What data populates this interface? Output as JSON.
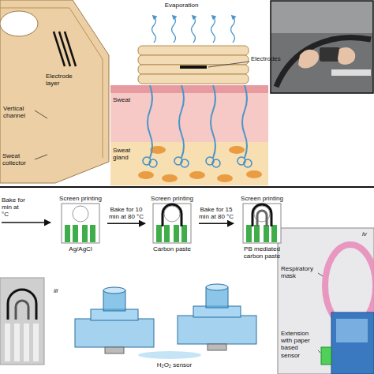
{
  "diagram": {
    "nodes": [
      {
        "text": [
          "Screen printing",
          "Ag/AgCl"
        ]
      },
      {
        "text": [
          "Screen printing",
          "Carbon paste"
        ]
      },
      {
        "text": [
          "Screen printing",
          "PB mediated carbon paste"
        ]
      }
    ],
    "edges": [
      {
        "from": 0,
        "to": 1,
        "arrow": "to",
        "label": "Bake for 10 min at 80 °C"
      },
      {
        "from": 1,
        "to": 2,
        "arrow": "to",
        "label": "Bake for 15 min at 80 °C"
      }
    ],
    "labels": [
      "Electrode layer",
      "Vertical channel",
      "Sweat collector",
      "Evaporation",
      "Electrodes",
      "Sweat",
      "Sweat gland",
      "Bake for",
      "min at",
      "°C",
      "iii",
      "H₂O₂ sensor",
      "iv",
      "Respiratory mask",
      "Extension with paper based sensor"
    ]
  }
}
